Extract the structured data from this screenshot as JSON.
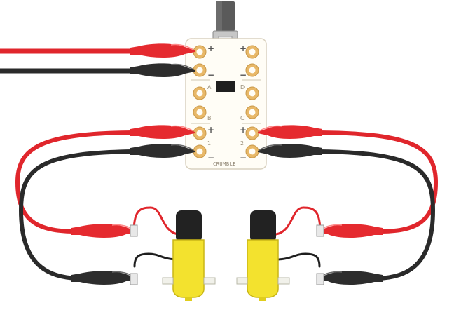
{
  "board": {
    "name": "CRUMBLE",
    "left_pins": [
      "+",
      "−",
      "A",
      "B",
      "+",
      "1",
      "−"
    ],
    "right_pins": [
      "+",
      "−",
      "D",
      "C",
      "+",
      "2",
      "−"
    ]
  },
  "colors": {
    "red_wire": "#e0262c",
    "black_wire": "#2a2a2a",
    "red_clip": "#e52a2f",
    "black_clip": "#2d2d2d",
    "board_fill": "#fffdf6",
    "pad_gold": "#e8b868",
    "motor_yellow": "#f3e22e",
    "motor_black": "#222222",
    "usb_gray": "#5a5a5a"
  },
  "components": [
    "usb-connector",
    "crumble-board",
    "motor-left",
    "motor-right",
    "battery-red-lead",
    "battery-black-lead"
  ]
}
